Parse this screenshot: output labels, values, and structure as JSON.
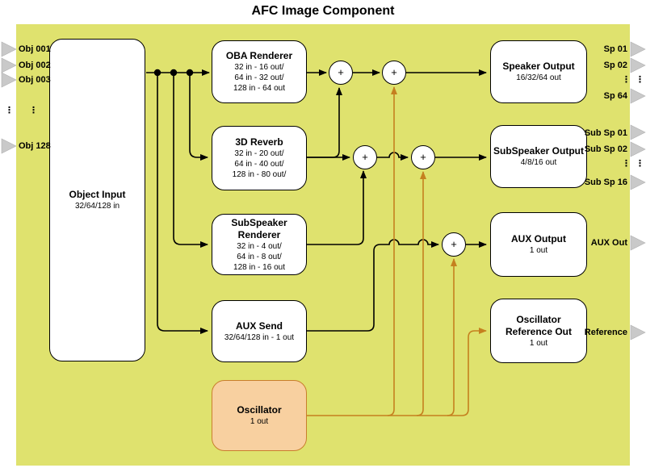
{
  "title": "AFC Image Component",
  "glyphs": {
    "vdots": "⋮",
    "sum": "+"
  },
  "colors": {
    "page_bg": "#ffffff",
    "panel": "#dfe26e",
    "wire": "#000000",
    "orange_wire": "#c5801f",
    "node_fill": "#ffffff",
    "node_stroke": "#000000",
    "oscillator_fill": "#f8d0a0",
    "oscillator_stroke": "#c97e2d",
    "port_triangle": "#c9c9c9",
    "port_triangle_edge": "#b0b0b0"
  },
  "nodes": {
    "object_input": {
      "title": "Object Input",
      "sub1": "32/64/128 in"
    },
    "oba_renderer": {
      "title": "OBA Renderer",
      "sub1": "32 in - 16 out/",
      "sub2": "64 in - 32 out/",
      "sub3": "128 in - 64 out"
    },
    "reverb_3d": {
      "title": "3D Reverb",
      "sub1": "32 in - 20 out/",
      "sub2": "64 in - 40 out/",
      "sub3": "128 in - 80 out/"
    },
    "subspeaker_renderer": {
      "title": "SubSpeaker Renderer",
      "sub1": "32 in - 4 out/",
      "sub2": "64 in - 8 out/",
      "sub3": "128 in - 16 out"
    },
    "aux_send": {
      "title": "AUX Send",
      "sub1": "32/64/128 in - 1 out"
    },
    "oscillator": {
      "title": "Oscillator",
      "sub1": "1 out"
    },
    "speaker_output": {
      "title": "Speaker Output",
      "sub1": "16/32/64 out"
    },
    "subspeaker_output": {
      "title": "SubSpeaker Output",
      "sub1": "4/8/16 out"
    },
    "aux_output": {
      "title": "AUX Output",
      "sub1": "1 out"
    },
    "oscillator_reference_out": {
      "title": "Oscillator Reference Out",
      "sub1": "1 out"
    }
  },
  "ports": {
    "left": [
      {
        "label": "Obj 001"
      },
      {
        "label": "Obj 002"
      },
      {
        "label": "Obj 003"
      },
      {
        "label": "Obj 128"
      }
    ],
    "right_speaker": [
      {
        "label": "Sp 01"
      },
      {
        "label": "Sp 02"
      },
      {
        "label": "Sp 64"
      }
    ],
    "right_subspeaker": [
      {
        "label": "Sub Sp 01"
      },
      {
        "label": "Sub Sp 02"
      },
      {
        "label": "Sub Sp 16"
      }
    ],
    "right_aux": {
      "label": "AUX Out"
    },
    "right_reference": {
      "label": "Reference"
    }
  }
}
